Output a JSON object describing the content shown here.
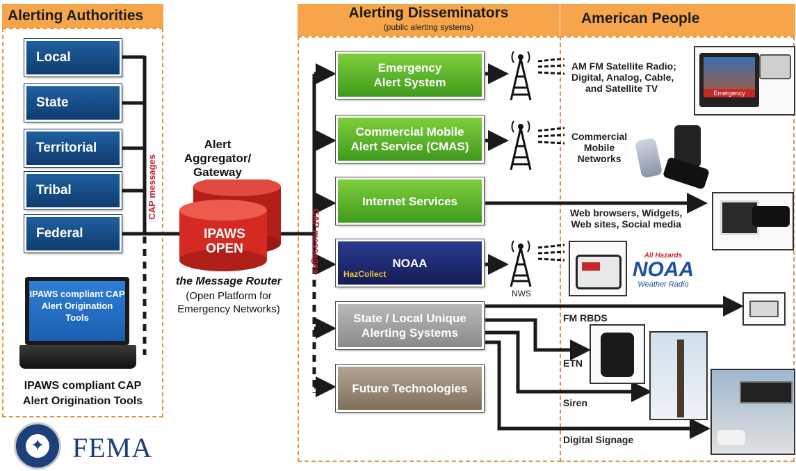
{
  "sections": {
    "authorities_title": "Alerting Authorities",
    "disseminators_title": "Alerting Disseminators",
    "disseminators_subtitle": "(public alerting systems)",
    "people_title": "American People"
  },
  "authorities": [
    "Local",
    "State",
    "Territorial",
    "Tribal",
    "Federal"
  ],
  "cap_messages_label": "CAP messages",
  "cap_messages_label_2": "CAP messages",
  "laptop": {
    "screen_text": "IPAWS compliant CAP Alert Origination Tools",
    "caption_line1": "IPAWS compliant CAP",
    "caption_line2": "Alert Origination Tools"
  },
  "aggregator": {
    "heading_line1": "Alert",
    "heading_line2": "Aggregator/",
    "heading_line3": "Gateway",
    "cylinder_line1": "IPAWS",
    "cylinder_line2": "OPEN",
    "router_label": "the Message Router",
    "platform_line1": "(Open Platform for",
    "platform_line2": "Emergency Networks)"
  },
  "disseminators": [
    {
      "line1": "Emergency",
      "line2": "Alert System"
    },
    {
      "line1": "Commercial Mobile",
      "line2": "Alert Service (CMAS)"
    },
    {
      "line1": "Internet Services",
      "line2": ""
    },
    {
      "line1": "NOAA",
      "line2": "",
      "sub": "HazCollect"
    },
    {
      "line1": "State / Local Unique",
      "line2": "Alerting Systems"
    },
    {
      "line1": "Future Technologies",
      "line2": ""
    }
  ],
  "outputs": {
    "eas_line1": "AM FM Satellite Radio;",
    "eas_line2": "Digital, Analog, Cable,",
    "eas_line3": "and Satellite TV",
    "cmas_line1": "Commercial",
    "cmas_line2": "Mobile",
    "cmas_line3": "Networks",
    "internet_line1": "Web browsers, Widgets,",
    "internet_line2": "Web sites, Social media",
    "nws": "NWS",
    "fm_rbds": "FM RBDS",
    "etn": "ETN",
    "siren": "Siren",
    "digital_signage": "Digital Signage",
    "tv_banner": "Emergency",
    "noaa_logo_top": "All Hazards",
    "noaa_logo_main": "NOAA",
    "noaa_logo_sub": "Weather Radio"
  },
  "fema": {
    "wordmark": "FEMA"
  },
  "colors": {
    "section_orange": "#f6a54a",
    "dashed_orange": "#e7923a",
    "authority_blue": "#1f5fa0",
    "green": "#5cb52a",
    "navy": "#1d2a72",
    "cylinder_red": "#d42a22",
    "cap_red": "#c8202f"
  }
}
